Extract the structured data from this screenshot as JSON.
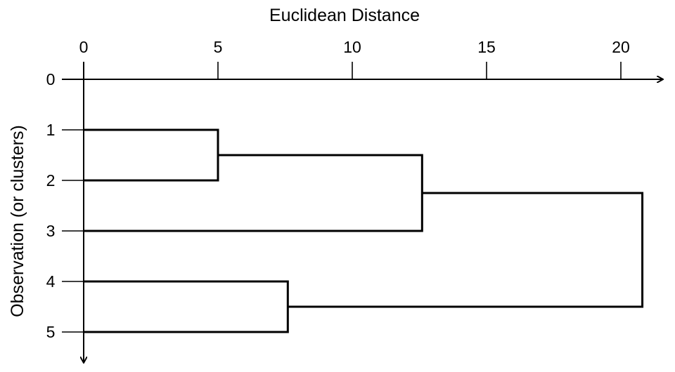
{
  "chart_data": {
    "type": "dendrogram",
    "xlabel": "Euclidean Distance",
    "ylabel": "Observation (or clusters)",
    "x_ticks": [
      0,
      5,
      10,
      15,
      20
    ],
    "x_range": [
      0,
      21.5
    ],
    "observations": [
      0,
      1,
      2,
      3,
      4,
      5
    ],
    "merges": [
      {
        "a": [
          1
        ],
        "b": [
          2
        ],
        "distance": 5.0
      },
      {
        "a": [
          4
        ],
        "b": [
          5
        ],
        "distance": 7.6
      },
      {
        "a": [
          1,
          2
        ],
        "b": [
          3
        ],
        "distance": 12.6
      },
      {
        "a": [
          1,
          2,
          3
        ],
        "b": [
          4,
          5
        ],
        "distance": 20.8
      }
    ]
  }
}
